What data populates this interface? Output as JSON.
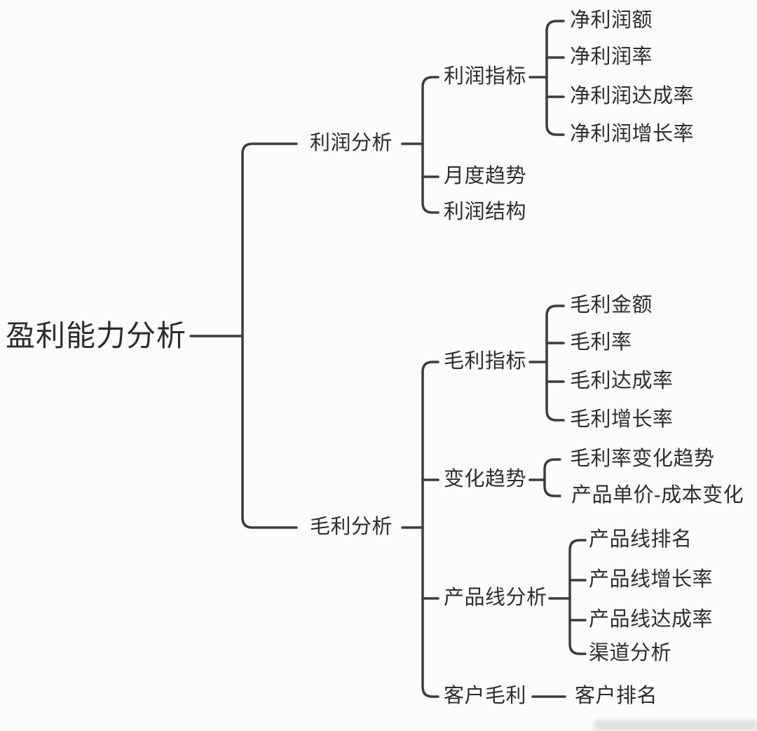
{
  "diagram": {
    "type": "mindmap-tree",
    "orientation": "left-to-right",
    "colors": {
      "background": "#fcfcfc",
      "line": "#3c3c3c",
      "text": "#2d2d2d"
    }
  },
  "tree": {
    "label": "盈利能力分析",
    "children": [
      {
        "label": "利润分析",
        "children": [
          {
            "label": "利润指标",
            "children": [
              {
                "label": "净利润额"
              },
              {
                "label": "净利润率"
              },
              {
                "label": "净利润达成率"
              },
              {
                "label": "净利润增长率"
              }
            ]
          },
          {
            "label": "月度趋势"
          },
          {
            "label": "利润结构"
          }
        ]
      },
      {
        "label": "毛利分析",
        "children": [
          {
            "label": "毛利指标",
            "children": [
              {
                "label": "毛利金额"
              },
              {
                "label": "毛利率"
              },
              {
                "label": "毛利达成率"
              },
              {
                "label": "毛利增长率"
              }
            ]
          },
          {
            "label": "变化趋势",
            "children": [
              {
                "label": "毛利率变化趋势"
              },
              {
                "label": "产品单价-成本变化"
              }
            ]
          },
          {
            "label": "产品线分析",
            "children": [
              {
                "label": "产品线排名"
              },
              {
                "label": "产品线增长率"
              },
              {
                "label": "产品线达成率"
              },
              {
                "label": "渠道分析"
              }
            ]
          },
          {
            "label": "客户毛利",
            "children": [
              {
                "label": "客户排名"
              }
            ]
          }
        ]
      }
    ]
  }
}
